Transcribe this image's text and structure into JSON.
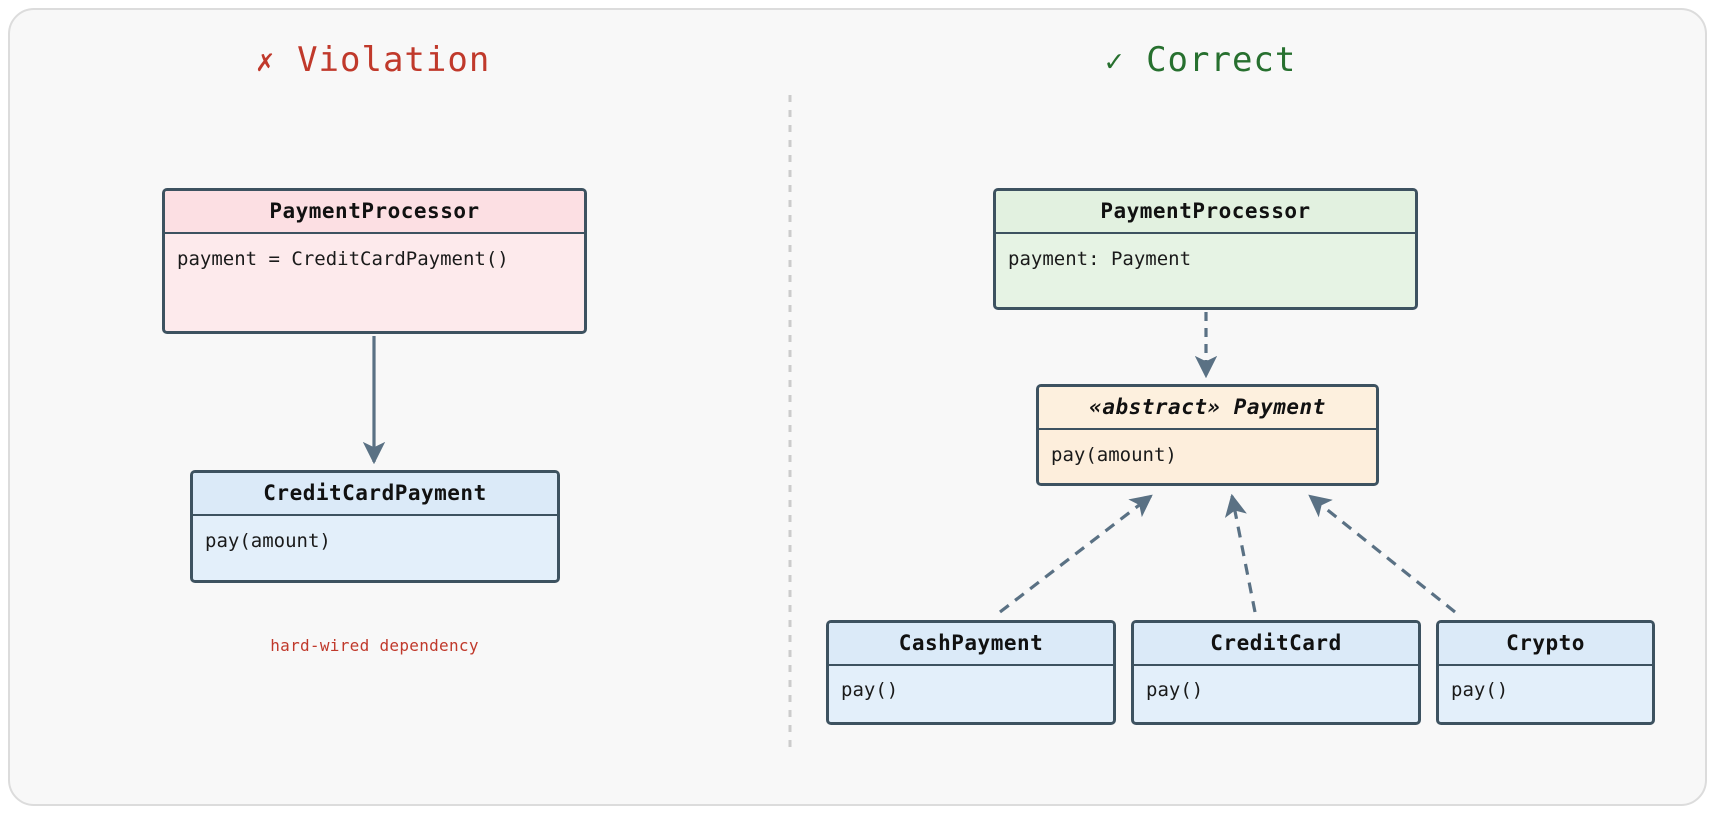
{
  "diagram": {
    "type": "uml-class-diagram",
    "topic": "Dependency Inversion Principle",
    "background_color": "#f8f8f8",
    "border_color": "#dcdcdc"
  },
  "panels": {
    "violation": {
      "mark": "✗",
      "title": "Violation",
      "color": "#c0392b",
      "caption": "hard-wired dependency",
      "boxes": {
        "processor": {
          "name": "PaymentProcessor",
          "attribute": "payment = CreditCardPayment()",
          "fill": "#fdeaec"
        },
        "concrete": {
          "name": "CreditCardPayment",
          "method": "pay(amount)",
          "fill": "#e3effa"
        }
      },
      "edges": [
        {
          "from": "PaymentProcessor",
          "to": "CreditCardPayment",
          "style": "solid",
          "arrow": "filled"
        }
      ]
    },
    "correct": {
      "mark": "✓",
      "title": "Correct",
      "color": "#27702f",
      "boxes": {
        "processor": {
          "name": "PaymentProcessor",
          "attribute": "payment: Payment",
          "fill": "#e6f3e4"
        },
        "abstraction": {
          "stereotype": "«abstract»",
          "name": "Payment",
          "header": "«abstract» Payment",
          "method": "pay(amount)",
          "fill": "#fdeedc"
        },
        "implementations": [
          {
            "name": "CashPayment",
            "method": "pay()",
            "fill": "#e3effa"
          },
          {
            "name": "CreditCard",
            "method": "pay()",
            "fill": "#e3effa"
          },
          {
            "name": "Crypto",
            "method": "pay()",
            "fill": "#e3effa"
          }
        ]
      },
      "edges": [
        {
          "from": "PaymentProcessor",
          "to": "Payment",
          "style": "dashed",
          "arrow": "filled"
        },
        {
          "from": "CashPayment",
          "to": "Payment",
          "style": "dashed",
          "arrow": "filled"
        },
        {
          "from": "CreditCard",
          "to": "Payment",
          "style": "dashed",
          "arrow": "filled"
        },
        {
          "from": "Crypto",
          "to": "Payment",
          "style": "dashed",
          "arrow": "filled"
        }
      ]
    }
  },
  "divider": {
    "style": "dashed",
    "color": "#cccccc"
  },
  "colors": {
    "line": "#5a7184",
    "box_border": "#3d5260",
    "text": "#111111"
  }
}
